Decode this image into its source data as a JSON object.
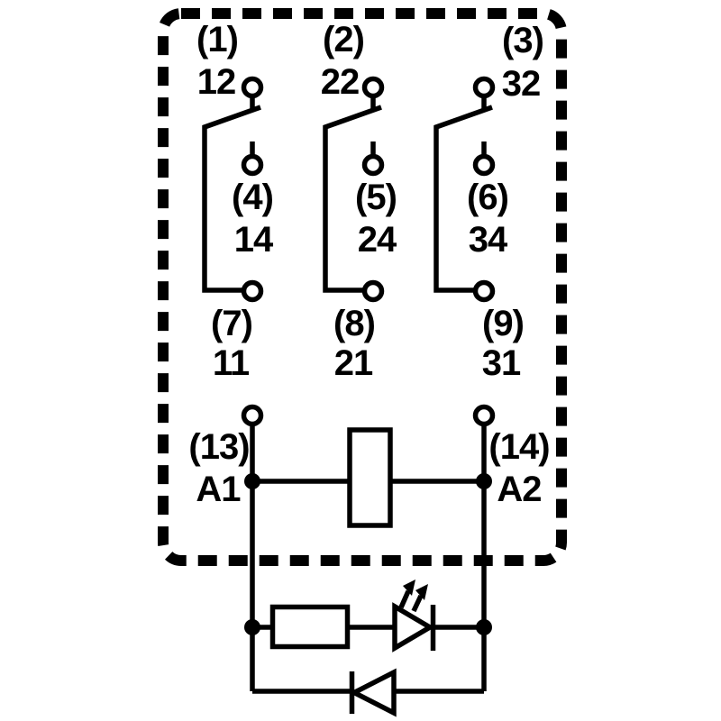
{
  "colors": {
    "ink": "#000000",
    "paper": "#ffffff"
  },
  "poles": [
    {
      "nc_pin": "(1)",
      "nc_contact": "12",
      "no_pin": "(4)",
      "no_contact": "14",
      "com_pin": "(7)",
      "com_contact": "11"
    },
    {
      "nc_pin": "(2)",
      "nc_contact": "22",
      "no_pin": "(5)",
      "no_contact": "24",
      "com_pin": "(8)",
      "com_contact": "21"
    },
    {
      "nc_pin": "(3)",
      "nc_contact": "32",
      "no_pin": "(6)",
      "no_contact": "34",
      "com_pin": "(9)",
      "com_contact": "31"
    }
  ],
  "coil": {
    "a1_pin": "(13)",
    "a1_label": "A1",
    "a2_pin": "(14)",
    "a2_label": "A2"
  },
  "symbols": {
    "enclosure": "dashed-rounded-rectangle-outline",
    "coil": "coil-rectangle-symbol",
    "resistor": "resistor-rectangle-symbol",
    "led": "led-diode-with-light-arrows-symbol",
    "diode": "freewheeling-diode-symbol"
  }
}
